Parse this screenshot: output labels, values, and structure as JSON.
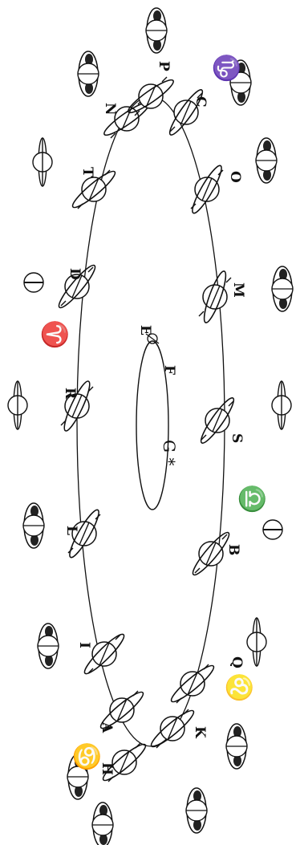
{
  "diagram": {
    "center_label": "G *",
    "orbit_labels": [
      {
        "id": "A",
        "text": "A"
      },
      {
        "id": "H",
        "text": "H"
      },
      {
        "id": "K",
        "text": "K"
      },
      {
        "id": "I",
        "text": "I"
      },
      {
        "id": "L",
        "text": "L"
      },
      {
        "id": "R",
        "text": "R"
      },
      {
        "id": "D",
        "text": "D"
      },
      {
        "id": "T",
        "text": "T"
      },
      {
        "id": "N",
        "text": "N"
      },
      {
        "id": "P",
        "text": "P"
      },
      {
        "id": "C",
        "text": "C"
      },
      {
        "id": "O",
        "text": "O"
      },
      {
        "id": "M",
        "text": "M"
      },
      {
        "id": "S",
        "text": "S"
      },
      {
        "id": "B",
        "text": "B"
      },
      {
        "id": "Q",
        "text": "Q"
      },
      {
        "id": "E",
        "text": "E"
      },
      {
        "id": "F",
        "text": "F"
      }
    ],
    "zodiac_symbols": [
      {
        "id": "cancer",
        "text": "♋"
      },
      {
        "id": "aries",
        "text": "♈"
      },
      {
        "id": "capricorn",
        "text": "♑"
      },
      {
        "id": "libra",
        "text": "♎"
      },
      {
        "id": "leo",
        "text": "♌"
      }
    ],
    "ink_color": "#111111",
    "background": "#ffffff"
  }
}
